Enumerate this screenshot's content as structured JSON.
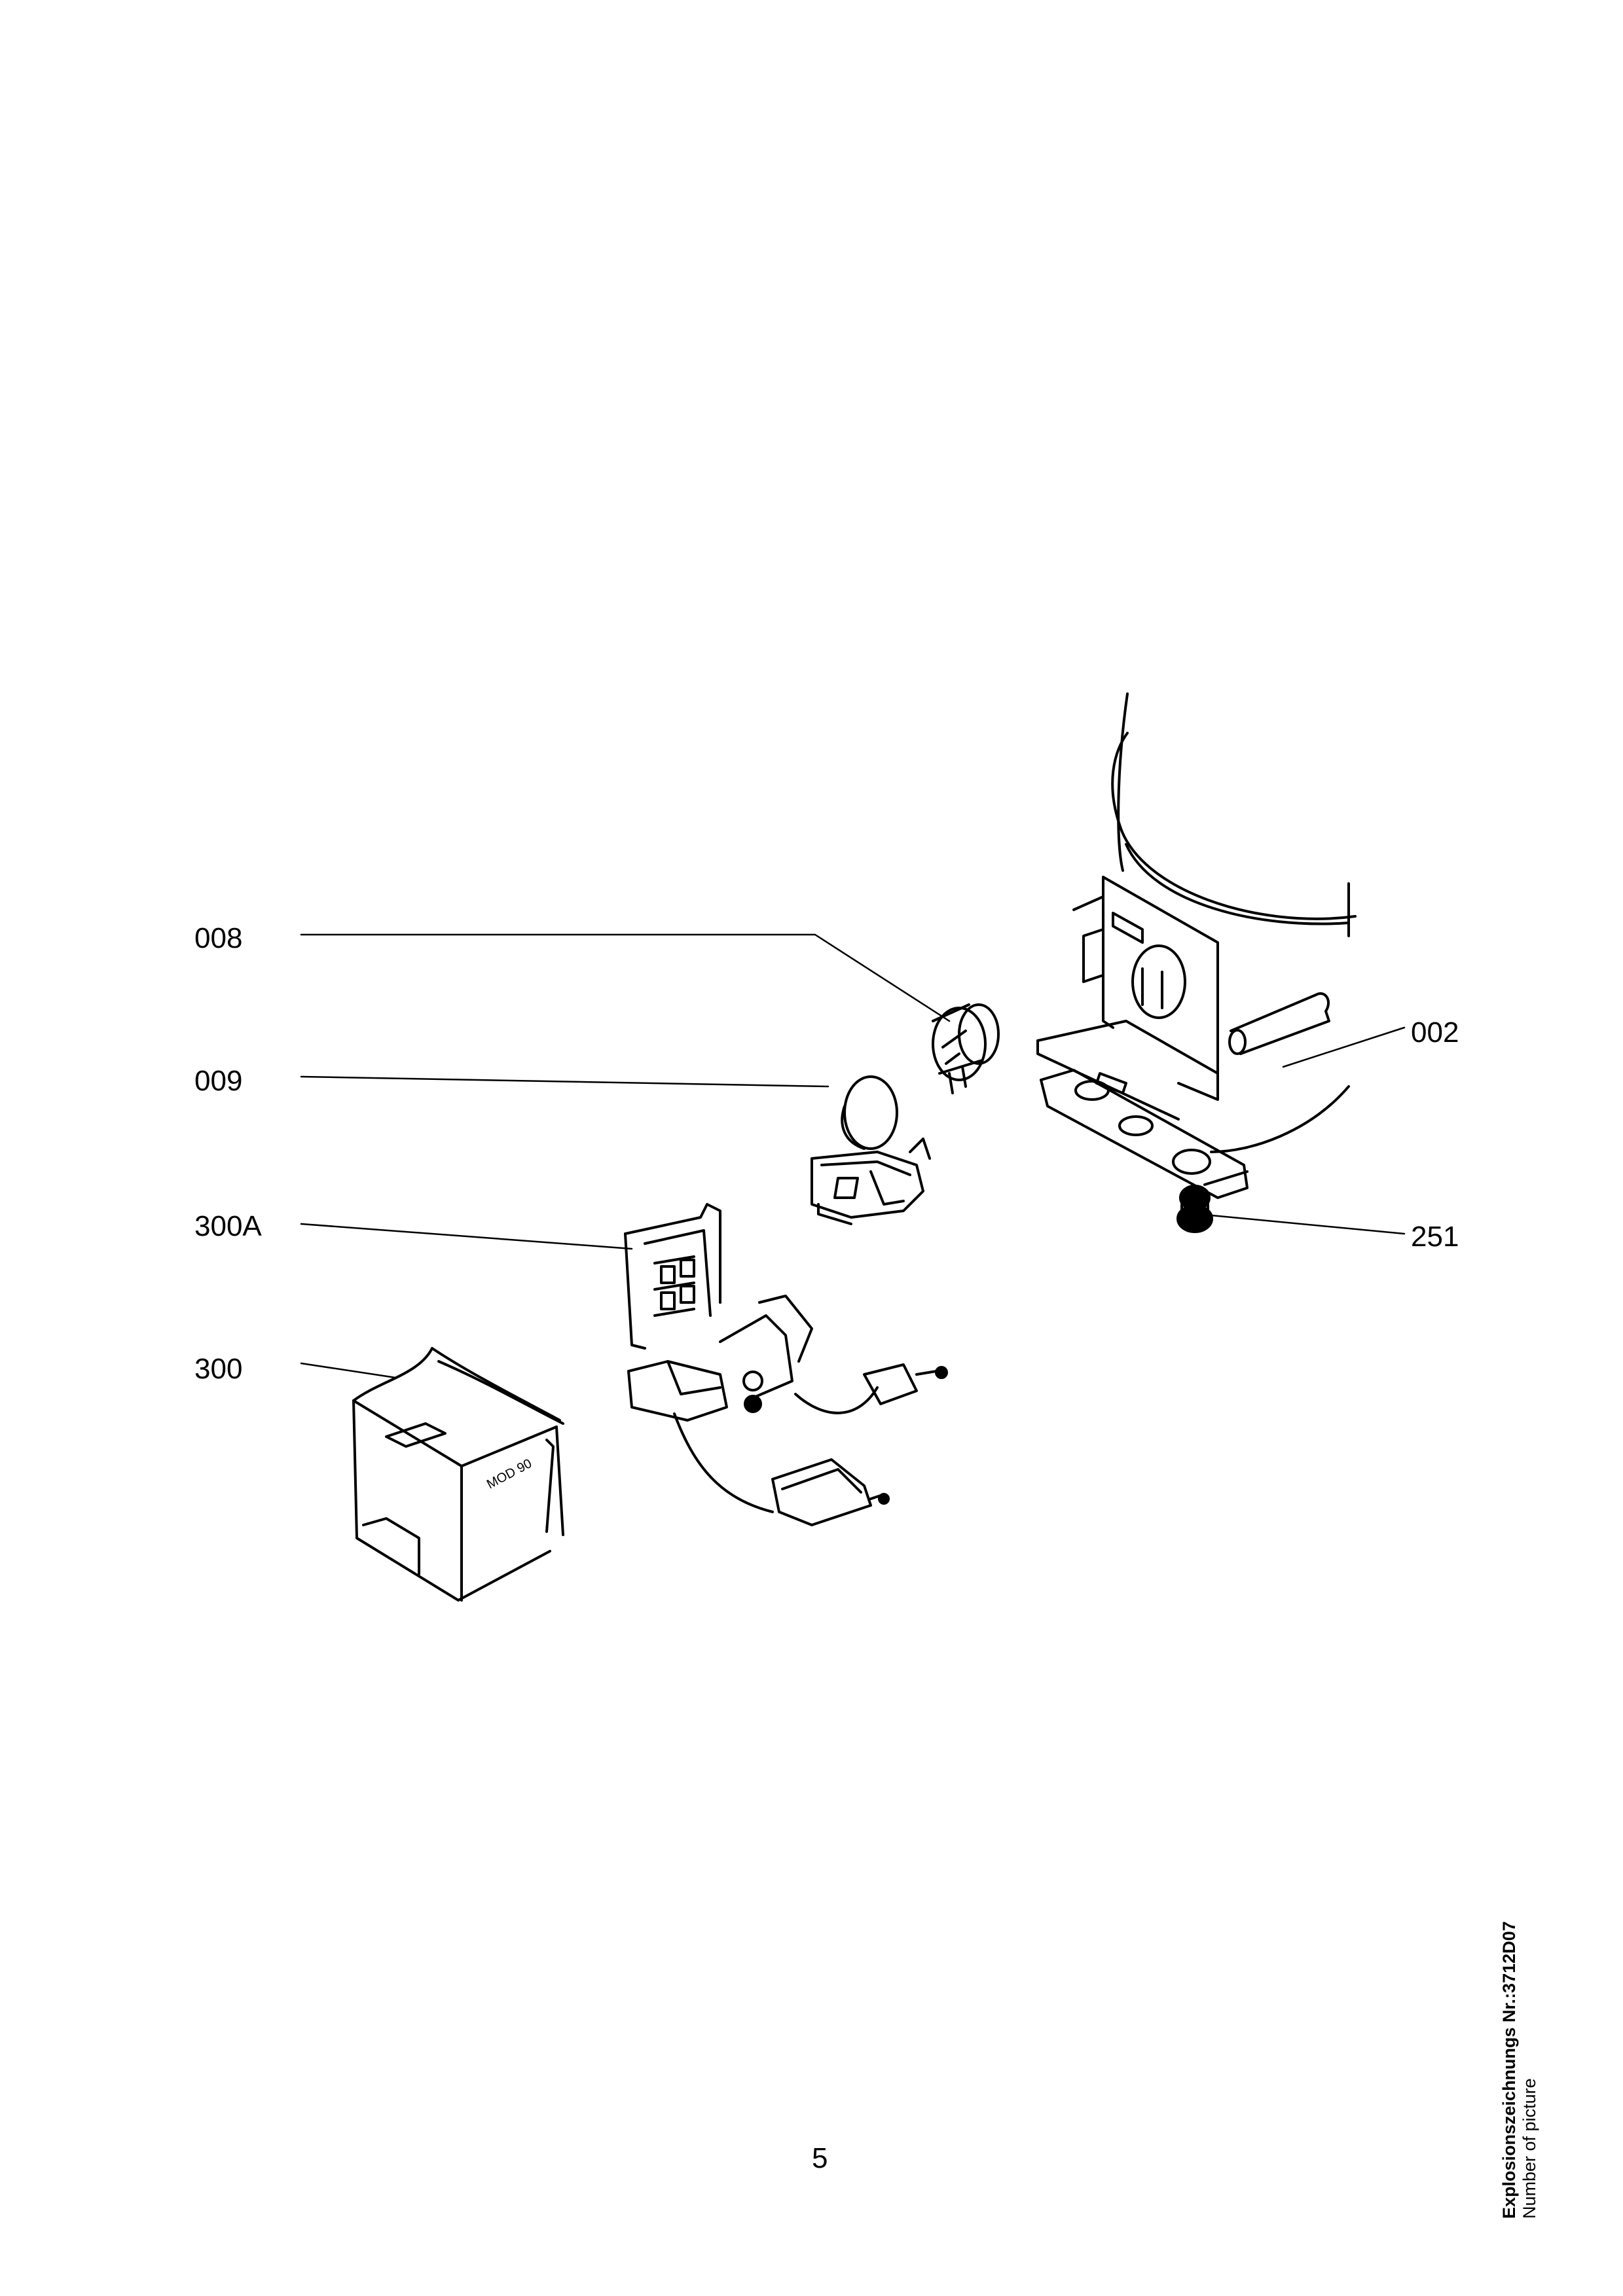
{
  "callouts": [
    {
      "id": "008",
      "label": "008"
    },
    {
      "id": "009",
      "label": "009"
    },
    {
      "id": "300A",
      "label": "300A"
    },
    {
      "id": "300",
      "label": "300"
    },
    {
      "id": "002",
      "label": "002"
    },
    {
      "id": "251",
      "label": "251"
    }
  ],
  "page_number": "5",
  "caption": {
    "drawing_number": "Explosionszeichnungs Nr.:3712D07",
    "subtitle": "Number of picture"
  },
  "part_marking": "MOD 90"
}
